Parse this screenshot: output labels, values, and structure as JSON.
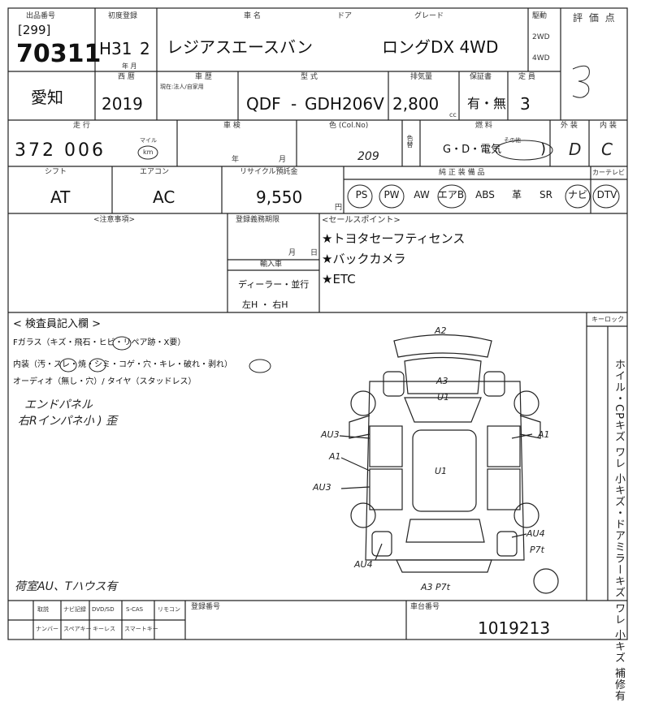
{
  "header": {
    "lot_label": "出品番号",
    "lot_code": "[299]",
    "lot_number": "70311",
    "first_reg_label": "初度登録",
    "first_reg_era": "H31",
    "first_reg_month": "2",
    "first_reg_month_label": "年 月",
    "model_label": "車  名",
    "door_label": "ドア",
    "grade_label": "グレード",
    "car_name": "レジアスエースバン",
    "grade": "ロングDX 4WD",
    "drive_label": "駆動",
    "drive_2wd": "2WD",
    "drive_4wd": "4WD",
    "score_label": "評 価 点",
    "score": "3"
  },
  "row2": {
    "region": "愛知",
    "year_label": "西 暦",
    "year": "2019",
    "inspection_label": "車 歴",
    "inspection_small": "現在:法人/自家用",
    "type_label": "型  式",
    "type_prefix": "QDF",
    "type_code": "GDH206V",
    "displacement_label": "排気量",
    "displacement": "2,800",
    "displacement_unit": "cc",
    "warranty_label": "保証書",
    "warranty": "有・無",
    "capacity_label": "定 員",
    "capacity": "3"
  },
  "row3": {
    "mileage_label": "走 行",
    "mileage": "372 006",
    "mileage_unit_top": "マイル",
    "mileage_unit": "km",
    "inspect_label": "車 検",
    "inspect_year": "年",
    "inspect_month": "月",
    "color_label": "色 (Col.No)",
    "color_value": "209",
    "color_change_label": "色替",
    "fuel_label": "燃 料",
    "fuel_options": "G・D・電気",
    "fuel_other": "その他",
    "exterior_label": "外 装",
    "exterior": "D",
    "interior_label": "内 装",
    "interior": "C"
  },
  "row4": {
    "shift_label": "シフト",
    "shift": "AT",
    "ac_label": "エアコン",
    "ac": "AC",
    "recycle_label": "リサイクル預託金",
    "recycle": "9,550",
    "recycle_unit": "円",
    "equip_label": "純 正 装 備 品",
    "equip_extra_label": "カーテレビ",
    "equipment": [
      "PS",
      "PW",
      "AW",
      "エアB",
      "ABS",
      "革",
      "SR",
      "ナビ",
      "DTV"
    ]
  },
  "notes": {
    "notes_label": "<注意事項>",
    "registration_label": "登録義務期限",
    "reg_month": "月",
    "reg_day": "日",
    "import_label": "輸入車",
    "dealer": "ディーラー・並行",
    "handle": "左H ・ 右H",
    "sales_label": "<セールスポイント>",
    "sales_points": [
      "★トヨタセーフティセンス",
      "★バックカメラ",
      "★ETC"
    ]
  },
  "inspector": {
    "title": "< 検査員記入欄 >",
    "glass_line": "Fガラス（キズ・飛石・ヒビ・リペア跡・X要）",
    "interior_line": "内装（汚・スレ・焼・シミ・コゲ・穴・キレ・破れ・剥れ）",
    "audio_line": "オーディオ（無し・穴）/ タイヤ（スタッドレス）",
    "hand_note_1": "エンドパネル",
    "hand_note_2": "右Rインパネ小 ) 歪",
    "hand_note_3": "荷室AU、Tハウス有",
    "key_label": "キーロック"
  },
  "diagram": {
    "marks": [
      "A2",
      "A3",
      "U1",
      "AU3",
      "A1",
      "A1",
      "AU3",
      "U1",
      "AU4",
      "P7t",
      "AU4",
      "A3 P7t"
    ]
  },
  "side_note": {
    "text": "ホイル・CPキズ ワレ 小キズ・ドアミラーキズ ワレ 小キズ 補修有"
  },
  "footer": {
    "cells_top": [
      "取説",
      "ナビ記録",
      "DVD/SD",
      "S-CAS",
      "リモコン"
    ],
    "cells_bottom": [
      "ナンバー",
      "スペアキー",
      "キーレス",
      "スマートキー"
    ],
    "reg_no_label": "登録番号",
    "chassis_label": "車台番号",
    "chassis_number": "1019213"
  }
}
